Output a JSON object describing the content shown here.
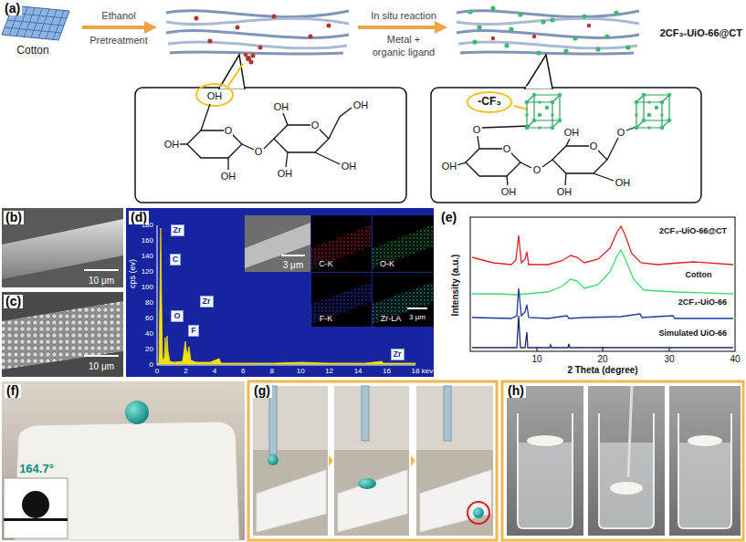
{
  "diagram": {
    "nodes": [
      {
        "text": [
          "-CF₃"
        ]
      },
      {
        "text": [
          "Zr"
        ]
      },
      {
        "text": [
          "C"
        ]
      },
      {
        "text": [
          "Zr"
        ]
      },
      {
        "text": [
          "O"
        ]
      },
      {
        "text": [
          "F"
        ]
      },
      {
        "text": [
          "Zr"
        ]
      }
    ],
    "labels": [
      "(a)",
      "Cotton",
      "Ethanol",
      "Pretreatment",
      "In situ reaction",
      "Metal +",
      "organic ligand",
      "2CF₃-UiO-66@CT",
      "OH",
      "O",
      "OH",
      "OH",
      "O",
      "OH",
      "O",
      "OH",
      "OH",
      "OH",
      "O",
      "O",
      "OH",
      "OH",
      "O",
      "OH",
      "O",
      "O",
      "OH",
      "OH",
      "(b)",
      "10 μm",
      "(c)",
      "10 μm",
      "(d)",
      "3 μm",
      "C-K",
      "O-K",
      "F-K",
      "Zr-LA",
      "3 μm",
      "cps (ev)",
      "180",
      "160",
      "140",
      "120",
      "100",
      "80",
      "60",
      "40",
      "20",
      "0",
      "0",
      "2",
      "4",
      "6",
      "8",
      "10",
      "12",
      "14",
      "16",
      "18",
      "kev",
      "(e)",
      "2CF₃-UiO-66@CT",
      "Cotton",
      "2CF₃-UiO-66",
      "Simulated UiO-66",
      "Intensity (a.u.)",
      "2 Theta (degree)",
      "10",
      "20",
      "30",
      "40",
      "(f)",
      "164.7°",
      "(g)",
      "(h)"
    ]
  }
}
